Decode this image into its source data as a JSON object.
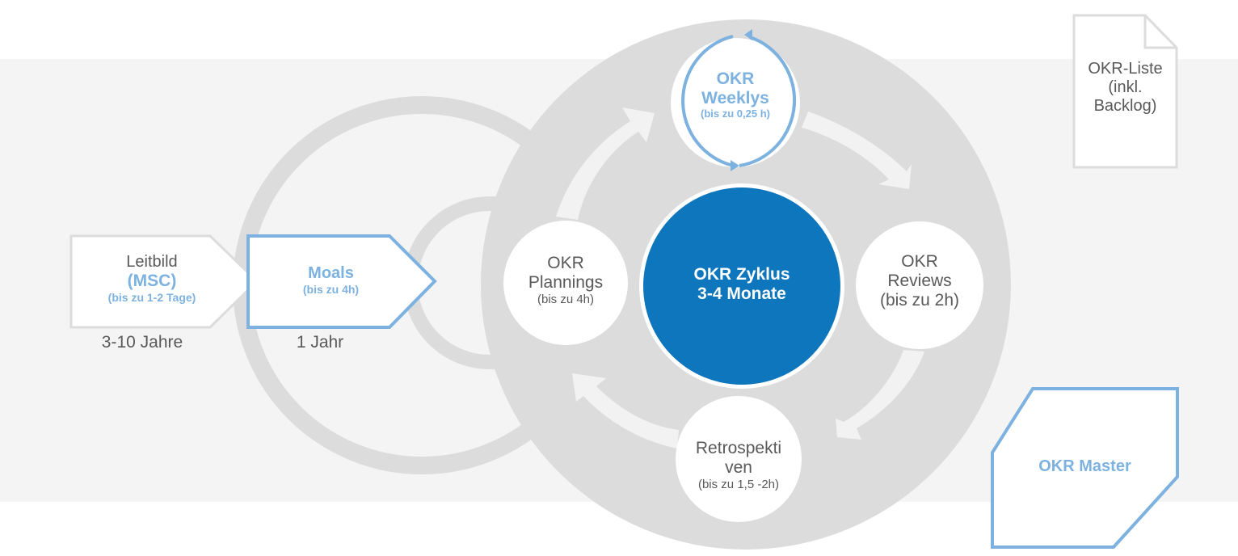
{
  "colors": {
    "band": "#f2f2f2",
    "ring_gray": "#dcdcdc",
    "arrow_light": "#f2f2f2",
    "accent_blue": "#7db2e0",
    "core_blue": "#0e76bc",
    "text_gray": "#595959",
    "white": "#ffffff"
  },
  "leitbild": {
    "title": "Leitbild",
    "subtitle": "(MSC)",
    "duration": "(bis zu 1-2 Tage)",
    "horizon": "3-10 Jahre"
  },
  "moals": {
    "title": "Moals",
    "duration": "(bis zu 4h)",
    "horizon": "1 Jahr"
  },
  "core": {
    "line1": "OKR Zyklus",
    "line2": "3-4 Monate"
  },
  "cycle": {
    "weeklys": {
      "line1": "OKR",
      "line2": "Weeklys",
      "duration": "(bis zu 0,25 h)"
    },
    "plannings": {
      "line1": "OKR",
      "line2": "Plannings",
      "duration": "(bis zu 4h)"
    },
    "reviews": {
      "line1": "OKR",
      "line2": "Reviews",
      "duration": "(bis zu 2h)"
    },
    "retros": {
      "line1": "Retrospekti",
      "line2": "ven",
      "duration": "(bis zu 1,5 -2h)"
    }
  },
  "okr_list": {
    "line1": "OKR-Liste",
    "line2": "(inkl.",
    "line3": "Backlog)"
  },
  "okr_master": {
    "label": "OKR Master"
  }
}
